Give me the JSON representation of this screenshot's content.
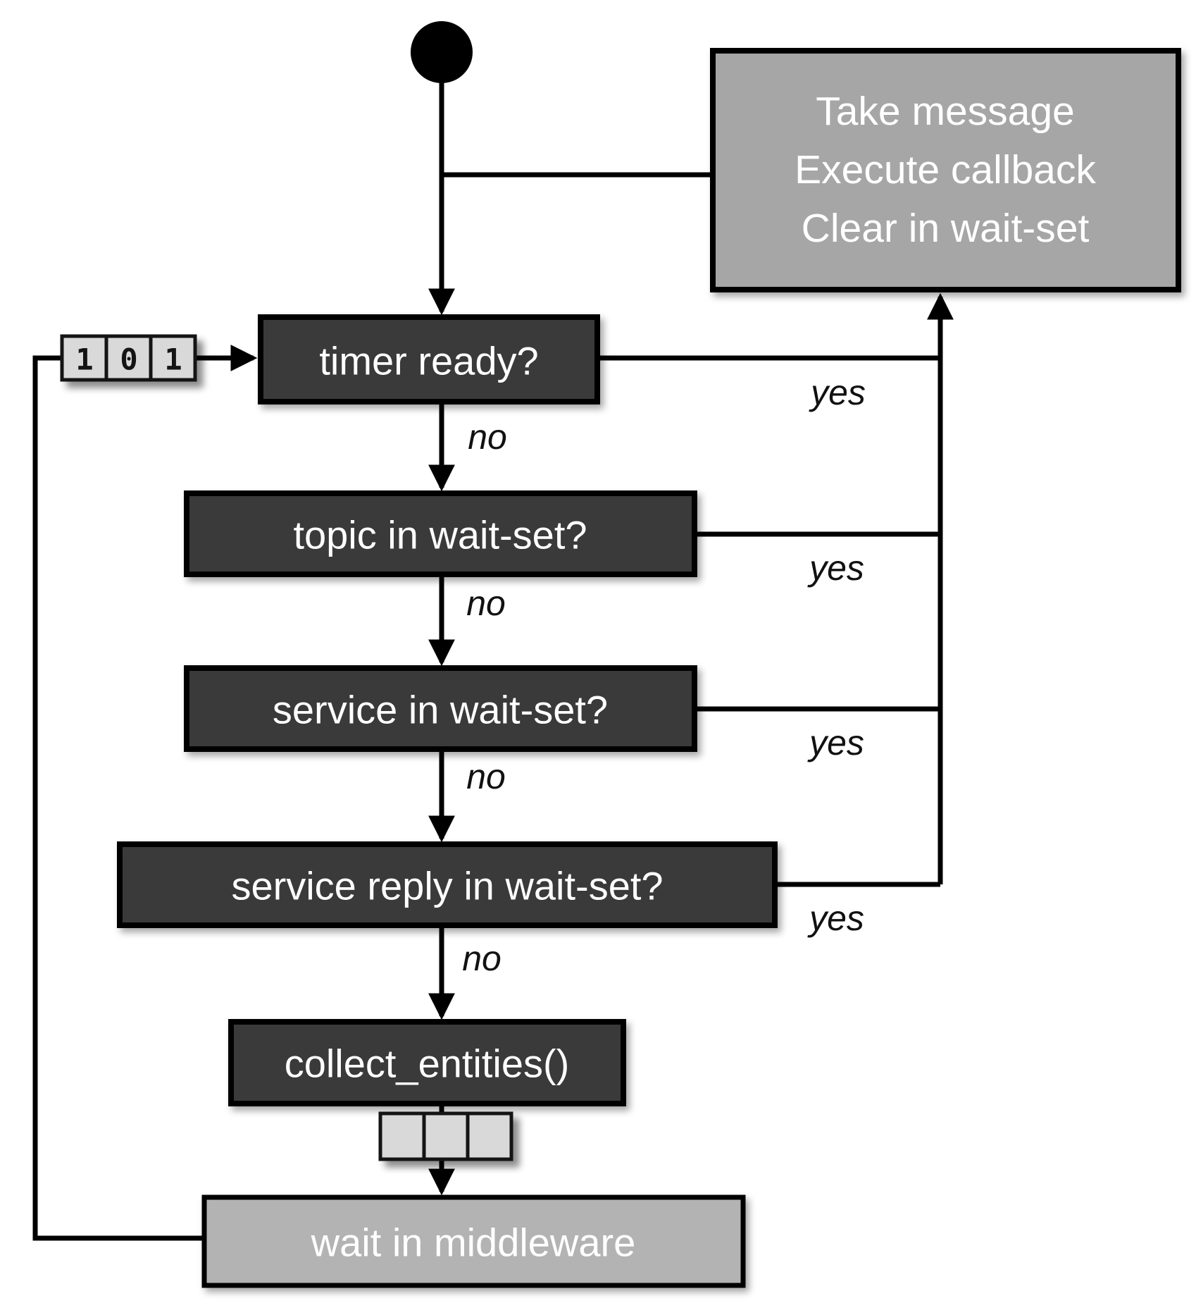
{
  "diagram": {
    "type": "flowchart",
    "colors": {
      "background": "#ffffff",
      "decision_box_fill": "#3a3a3a",
      "action_box_fill": "#a6a6a6",
      "wait_box_fill": "#b3b3b3",
      "cell_fill": "#d9d9d9",
      "line": "#000000",
      "box_text": "#ffffff",
      "edge_label_text": "#111111"
    },
    "nodes": {
      "start": {
        "type": "initial-state"
      },
      "action_box": {
        "lines": [
          "Take message",
          "Execute callback",
          "Clear in wait-set"
        ]
      },
      "timer": {
        "label": "timer ready?"
      },
      "topic": {
        "label": "topic in wait-set?"
      },
      "service": {
        "label": "service in wait-set?"
      },
      "service_reply": {
        "label": "service reply in wait-set?"
      },
      "collect": {
        "label": "collect_entities()"
      },
      "wait": {
        "label": "wait in middleware"
      }
    },
    "wait_set_bits": {
      "cells": [
        "1",
        "0",
        "1"
      ]
    },
    "buffer_cells": {
      "cells": [
        "",
        "",
        ""
      ]
    },
    "edge_labels": {
      "timer_yes": "yes",
      "topic_yes": "yes",
      "service_yes": "yes",
      "service_reply_yes": "yes",
      "timer_no": "no",
      "topic_no": "no",
      "service_no": "no",
      "service_reply_no": "no"
    }
  }
}
